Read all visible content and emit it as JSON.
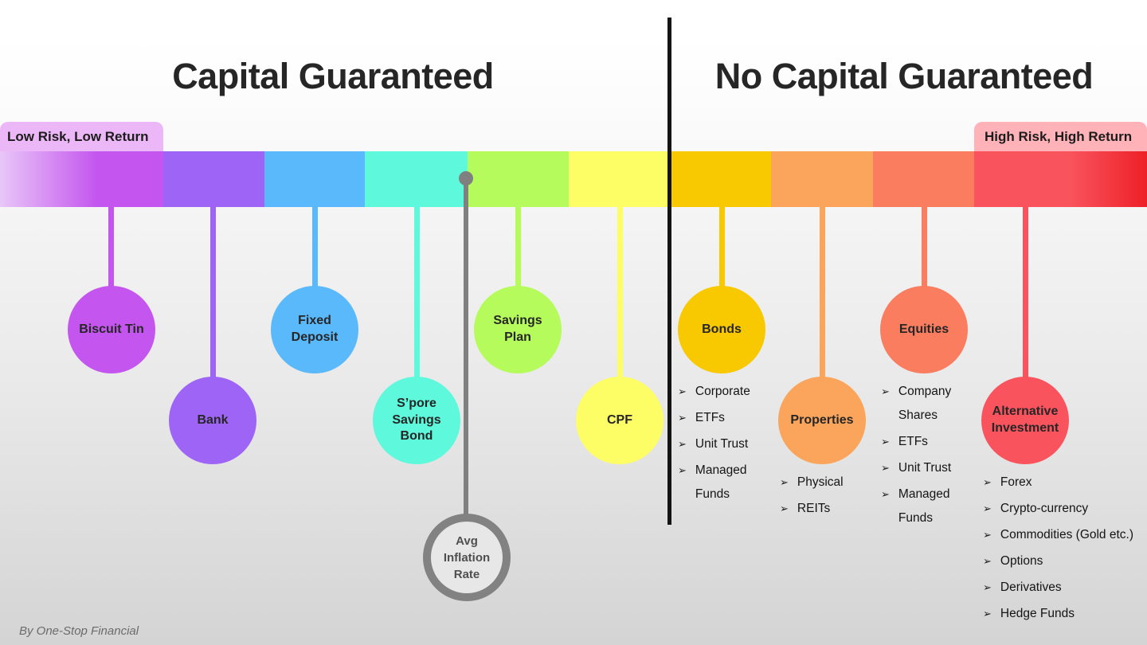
{
  "bullet": "➢",
  "page": {
    "title_left": "Capital Guaranteed",
    "title_right": "No Capital Guaranteed",
    "credit": "By One-Stop Financial",
    "divider_color": "#141414"
  },
  "badges": {
    "left": {
      "label": "Low Risk, Low Return",
      "bg": "#ecb7f6"
    },
    "right": {
      "label": "High Risk, High Return",
      "bg": "#ffb3b8"
    }
  },
  "spectrum": {
    "segments": [
      {
        "name": "lavender-magenta",
        "bg": "linear-gradient(90deg, #e9c6f8 0%, #c455ee 60%)"
      },
      {
        "name": "violet",
        "bg": "#9d64f6"
      },
      {
        "name": "blue",
        "bg": "#5ab9fb"
      },
      {
        "name": "teal",
        "bg": "#5ef8dc"
      },
      {
        "name": "green",
        "bg": "#b5fb5b"
      },
      {
        "name": "yellow",
        "bg": "#fdfd66"
      },
      {
        "name": "gold",
        "bg": "#f8c800"
      },
      {
        "name": "orange",
        "bg": "#fba55c"
      },
      {
        "name": "coral",
        "bg": "#fa7d60"
      },
      {
        "name": "red-darkred",
        "bg": "linear-gradient(90deg, #f9545e 55%, #ee2027 100%)"
      }
    ]
  },
  "items": [
    {
      "label": "Biscuit Tin",
      "color": "#c455ee"
    },
    {
      "label": "Bank",
      "color": "#9d64f6"
    },
    {
      "label": "Fixed\nDeposit",
      "color": "#5ab9fb"
    },
    {
      "label": "S’pore\nSavings\nBond",
      "color": "#5ef8dc"
    },
    {
      "label": "Savings\nPlan",
      "color": "#b5fb5b"
    },
    {
      "label": "CPF",
      "color": "#fdfd66"
    },
    {
      "label": "Bonds",
      "color": "#f8c800",
      "list": [
        "Corporate",
        "ETFs",
        "Unit Trust",
        "Managed Funds"
      ]
    },
    {
      "label": "Properties",
      "color": "#fba55c",
      "list": [
        "Physical",
        "REITs"
      ]
    },
    {
      "label": "Equities",
      "color": "#fa7d60",
      "list": [
        "Company Shares",
        "ETFs",
        "Unit Trust",
        "Managed Funds"
      ]
    },
    {
      "label": "Alternative\nInvestment",
      "color": "#f9545e",
      "list": [
        "Forex",
        "Crypto-currency",
        "Commodities (Gold etc.)",
        "Options",
        "Derivatives",
        "Hedge Funds"
      ]
    }
  ],
  "inflation": {
    "label": "Avg\nInflation\nRate",
    "ring_color": "#828282",
    "fill": "#e7e7e7",
    "text_color": "#4f4f4f",
    "line_color": "#808080"
  }
}
